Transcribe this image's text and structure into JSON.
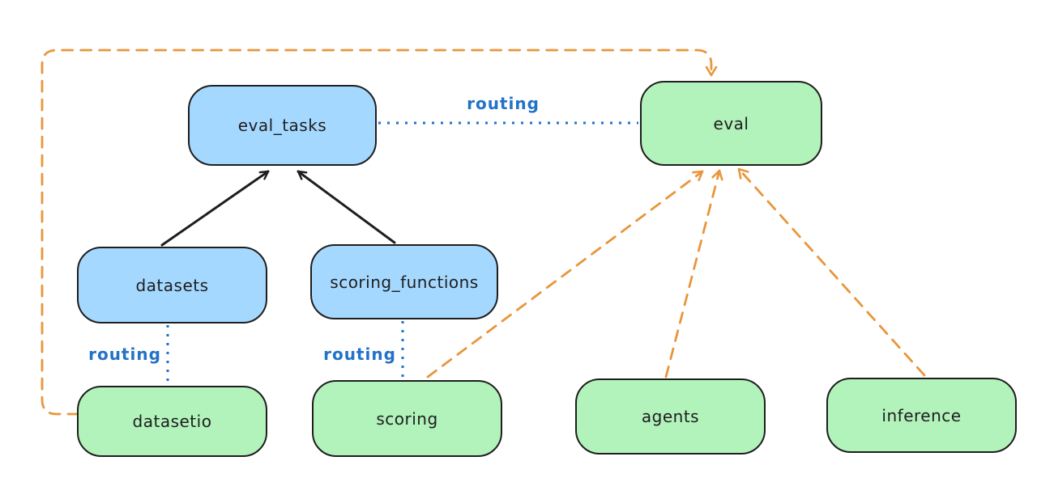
{
  "diagram": {
    "type": "flow-diagram",
    "background": "#ffffff",
    "colors": {
      "blue_node_fill": "#a5d8ff",
      "green_node_fill": "#b2f2bb",
      "node_stroke": "#1e1e1e",
      "solid_edge": "#1e1e1e",
      "routing_edge_blue": "#2272c8",
      "provider_edge_orange": "#e8963c"
    },
    "nodes": {
      "eval_tasks": {
        "label": "eval_tasks",
        "fill": "#a5d8ff"
      },
      "eval": {
        "label": "eval",
        "fill": "#b2f2bb"
      },
      "datasets": {
        "label": "datasets",
        "fill": "#a5d8ff"
      },
      "scoring_functions": {
        "label": "scoring_functions",
        "fill": "#a5d8ff"
      },
      "datasetio": {
        "label": "datasetio",
        "fill": "#b2f2bb"
      },
      "scoring": {
        "label": "scoring",
        "fill": "#b2f2bb"
      },
      "agents": {
        "label": "agents",
        "fill": "#b2f2bb"
      },
      "inference": {
        "label": "inference",
        "fill": "#b2f2bb"
      }
    },
    "edge_labels": {
      "routing_top": "routing",
      "routing_datasets": "routing",
      "routing_scoring": "routing"
    },
    "edges": [
      {
        "from": "datasets",
        "to": "eval_tasks",
        "style": "solid",
        "color": "#1e1e1e",
        "arrow": true
      },
      {
        "from": "scoring_functions",
        "to": "eval_tasks",
        "style": "solid",
        "color": "#1e1e1e",
        "arrow": true
      },
      {
        "from": "eval_tasks",
        "to": "eval",
        "style": "dotted",
        "color": "#2272c8",
        "label": "routing",
        "arrow": false
      },
      {
        "from": "datasets",
        "to": "datasetio",
        "style": "dotted",
        "color": "#2272c8",
        "label": "routing",
        "arrow": false
      },
      {
        "from": "scoring_functions",
        "to": "scoring",
        "style": "dotted",
        "color": "#2272c8",
        "label": "routing",
        "arrow": false
      },
      {
        "from": "datasetio",
        "to": "eval",
        "style": "dashed",
        "color": "#e8963c",
        "arrow": true,
        "route": "around-left-and-top"
      },
      {
        "from": "scoring",
        "to": "eval",
        "style": "dashed",
        "color": "#e8963c",
        "arrow": true
      },
      {
        "from": "agents",
        "to": "eval",
        "style": "dashed",
        "color": "#e8963c",
        "arrow": true
      },
      {
        "from": "inference",
        "to": "eval",
        "style": "dashed",
        "color": "#e8963c",
        "arrow": true
      }
    ]
  }
}
